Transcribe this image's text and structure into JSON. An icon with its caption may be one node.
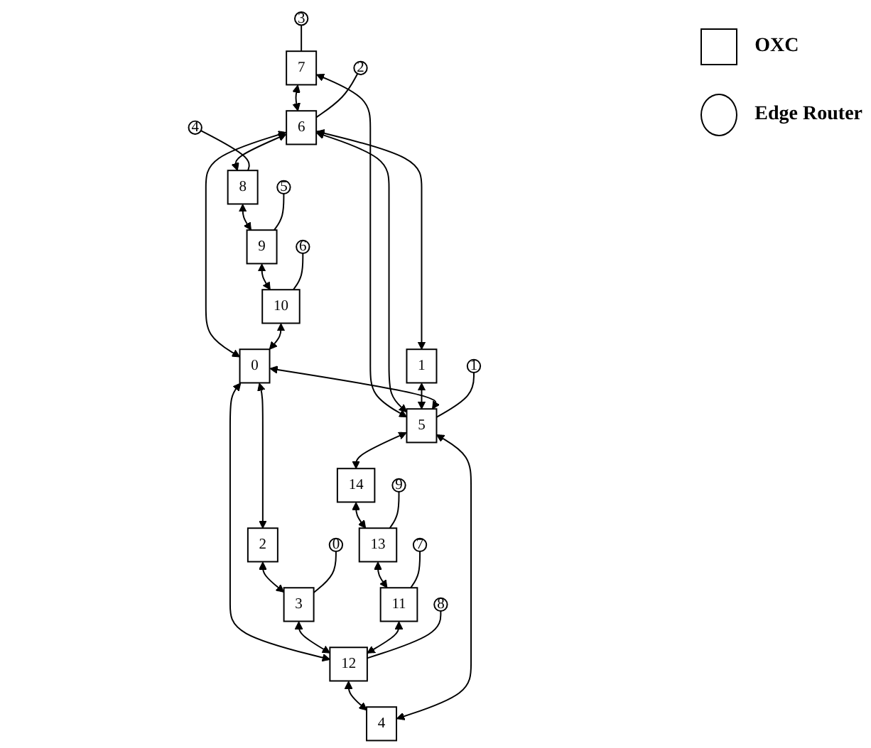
{
  "diagram": {
    "nodes": [
      {
        "text": [
          "3"
        ]
      },
      {
        "text": [
          "7"
        ]
      },
      {
        "text": [
          "2"
        ]
      },
      {
        "text": [
          "6"
        ]
      },
      {
        "text": [
          "4"
        ]
      },
      {
        "text": [
          "8"
        ]
      },
      {
        "text": [
          "1"
        ]
      },
      {
        "text": [
          "1"
        ]
      },
      {
        "text": [
          "5"
        ]
      },
      {
        "text": [
          "5"
        ]
      },
      {
        "text": [
          "9"
        ]
      },
      {
        "text": [
          "0"
        ]
      },
      {
        "text": [
          "14"
        ]
      },
      {
        "text": [
          "10"
        ]
      },
      {
        "text": [
          "6"
        ]
      },
      {
        "text": [
          "2"
        ]
      },
      {
        "text": [
          "4"
        ]
      },
      {
        "text": [
          "13"
        ]
      },
      {
        "text": [
          "9"
        ]
      },
      {
        "text": [
          "3"
        ]
      },
      {
        "text": [
          "11"
        ]
      },
      {
        "text": [
          "12"
        ]
      },
      {
        "text": [
          "0"
        ]
      },
      {
        "text": [
          "7"
        ]
      },
      {
        "text": [
          "8"
        ]
      }
    ],
    "edges": [
      {
        "from": 1,
        "to": 3,
        "arrow": "both"
      },
      {
        "from": 1,
        "to": 8,
        "arrow": "both"
      },
      {
        "from": 3,
        "to": 8,
        "arrow": "both"
      },
      {
        "from": 3,
        "to": 6,
        "arrow": "both"
      },
      {
        "from": 6,
        "to": 8,
        "arrow": "both"
      },
      {
        "from": 3,
        "to": 5,
        "arrow": "both"
      },
      {
        "from": 3,
        "to": 11,
        "arrow": "both"
      },
      {
        "from": 5,
        "to": 10,
        "arrow": "both"
      },
      {
        "from": 10,
        "to": 13,
        "arrow": "both"
      },
      {
        "from": 13,
        "to": 11,
        "arrow": "both"
      },
      {
        "from": 11,
        "to": 8,
        "arrow": "both"
      },
      {
        "from": 11,
        "to": 15,
        "arrow": "both"
      },
      {
        "from": 11,
        "to": 21,
        "arrow": "both"
      },
      {
        "from": 15,
        "to": 19,
        "arrow": "both"
      },
      {
        "from": 19,
        "to": 21,
        "arrow": "both"
      },
      {
        "from": 21,
        "to": 16,
        "arrow": "both"
      },
      {
        "from": 16,
        "to": 8,
        "arrow": "both"
      },
      {
        "from": 8,
        "to": 12,
        "arrow": "both"
      },
      {
        "from": 12,
        "to": 17,
        "arrow": "both"
      },
      {
        "from": 17,
        "to": 20,
        "arrow": "both"
      },
      {
        "from": 20,
        "to": 21,
        "arrow": "both"
      },
      {
        "from": 0,
        "to": 1,
        "arrow": "none"
      },
      {
        "from": 2,
        "to": 3,
        "arrow": "none"
      },
      {
        "from": 4,
        "to": 5,
        "arrow": "none"
      },
      {
        "from": 7,
        "to": 8,
        "arrow": "none"
      },
      {
        "from": 9,
        "to": 10,
        "arrow": "none"
      },
      {
        "from": 14,
        "to": 13,
        "arrow": "none"
      },
      {
        "from": 18,
        "to": 17,
        "arrow": "none"
      },
      {
        "from": 22,
        "to": 19,
        "arrow": "none"
      },
      {
        "from": 23,
        "to": 20,
        "arrow": "none"
      },
      {
        "from": 24,
        "to": 21,
        "arrow": "none"
      }
    ],
    "legend": [
      {
        "text": "OXC"
      },
      {
        "text": "Edge Router"
      }
    ]
  }
}
